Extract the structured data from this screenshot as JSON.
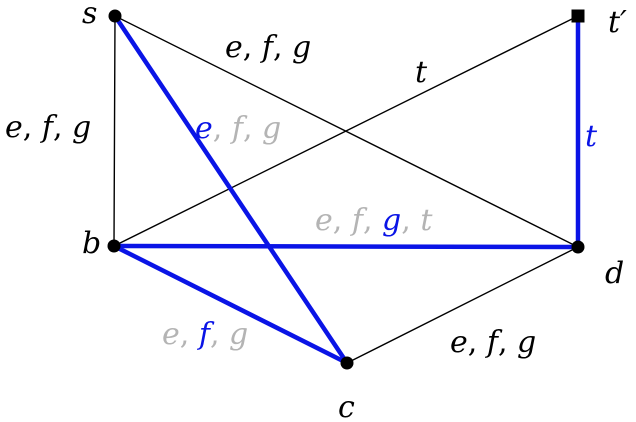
{
  "colors": {
    "black": "#000000",
    "highlight": "#0a14e6",
    "muted": "#b4b4b4"
  },
  "nodes": [
    {
      "id": "s",
      "label": "s",
      "shape": "circle"
    },
    {
      "id": "tp",
      "label": "t′",
      "shape": "square"
    },
    {
      "id": "b",
      "label": "b",
      "shape": "circle"
    },
    {
      "id": "d",
      "label": "d",
      "shape": "circle"
    },
    {
      "id": "c",
      "label": "c",
      "shape": "circle"
    }
  ],
  "edges": [
    {
      "id": "s-b",
      "from": "s",
      "to": "b",
      "highlighted": false
    },
    {
      "id": "s-d",
      "from": "s",
      "to": "d",
      "highlighted": false
    },
    {
      "id": "b-tp",
      "from": "b",
      "to": "tp",
      "highlighted": false
    },
    {
      "id": "c-d",
      "from": "c",
      "to": "d",
      "highlighted": false
    },
    {
      "id": "s-c",
      "from": "s",
      "to": "c",
      "highlighted": true
    },
    {
      "id": "b-d",
      "from": "b",
      "to": "d",
      "highlighted": true
    },
    {
      "id": "b-c",
      "from": "b",
      "to": "c",
      "highlighted": true
    },
    {
      "id": "d-tp",
      "from": "d",
      "to": "tp",
      "highlighted": true
    }
  ],
  "edge_labels": [
    {
      "id": "s-b",
      "parts": [
        {
          "text": "e",
          "style": "black"
        },
        {
          "text": ", ",
          "style": "black"
        },
        {
          "text": "f",
          "style": "black"
        },
        {
          "text": ", ",
          "style": "black"
        },
        {
          "text": "g",
          "style": "black"
        }
      ]
    },
    {
      "id": "s-d",
      "parts": [
        {
          "text": "e",
          "style": "black"
        },
        {
          "text": ", ",
          "style": "black"
        },
        {
          "text": "f",
          "style": "black"
        },
        {
          "text": ", ",
          "style": "black"
        },
        {
          "text": "g",
          "style": "black"
        }
      ]
    },
    {
      "id": "b-tp",
      "parts": [
        {
          "text": "t",
          "style": "black"
        }
      ]
    },
    {
      "id": "s-c",
      "parts": [
        {
          "text": "e",
          "style": "highlight"
        },
        {
          "text": ", ",
          "style": "muted"
        },
        {
          "text": "f",
          "style": "muted"
        },
        {
          "text": ", ",
          "style": "muted"
        },
        {
          "text": "g",
          "style": "muted"
        }
      ]
    },
    {
      "id": "d-tp",
      "parts": [
        {
          "text": "t",
          "style": "highlight"
        }
      ]
    },
    {
      "id": "b-d",
      "parts": [
        {
          "text": "e",
          "style": "muted"
        },
        {
          "text": ", ",
          "style": "muted"
        },
        {
          "text": "f",
          "style": "muted"
        },
        {
          "text": ", ",
          "style": "muted"
        },
        {
          "text": "g",
          "style": "highlight"
        },
        {
          "text": ", ",
          "style": "muted"
        },
        {
          "text": "t",
          "style": "muted"
        }
      ]
    },
    {
      "id": "b-c",
      "parts": [
        {
          "text": "e",
          "style": "muted"
        },
        {
          "text": ", ",
          "style": "muted"
        },
        {
          "text": "f",
          "style": "highlight"
        },
        {
          "text": ", ",
          "style": "muted"
        },
        {
          "text": "g",
          "style": "muted"
        }
      ]
    },
    {
      "id": "c-d",
      "parts": [
        {
          "text": "e",
          "style": "black"
        },
        {
          "text": ", ",
          "style": "black"
        },
        {
          "text": "f",
          "style": "black"
        },
        {
          "text": ", ",
          "style": "black"
        },
        {
          "text": "g",
          "style": "black"
        }
      ]
    }
  ]
}
